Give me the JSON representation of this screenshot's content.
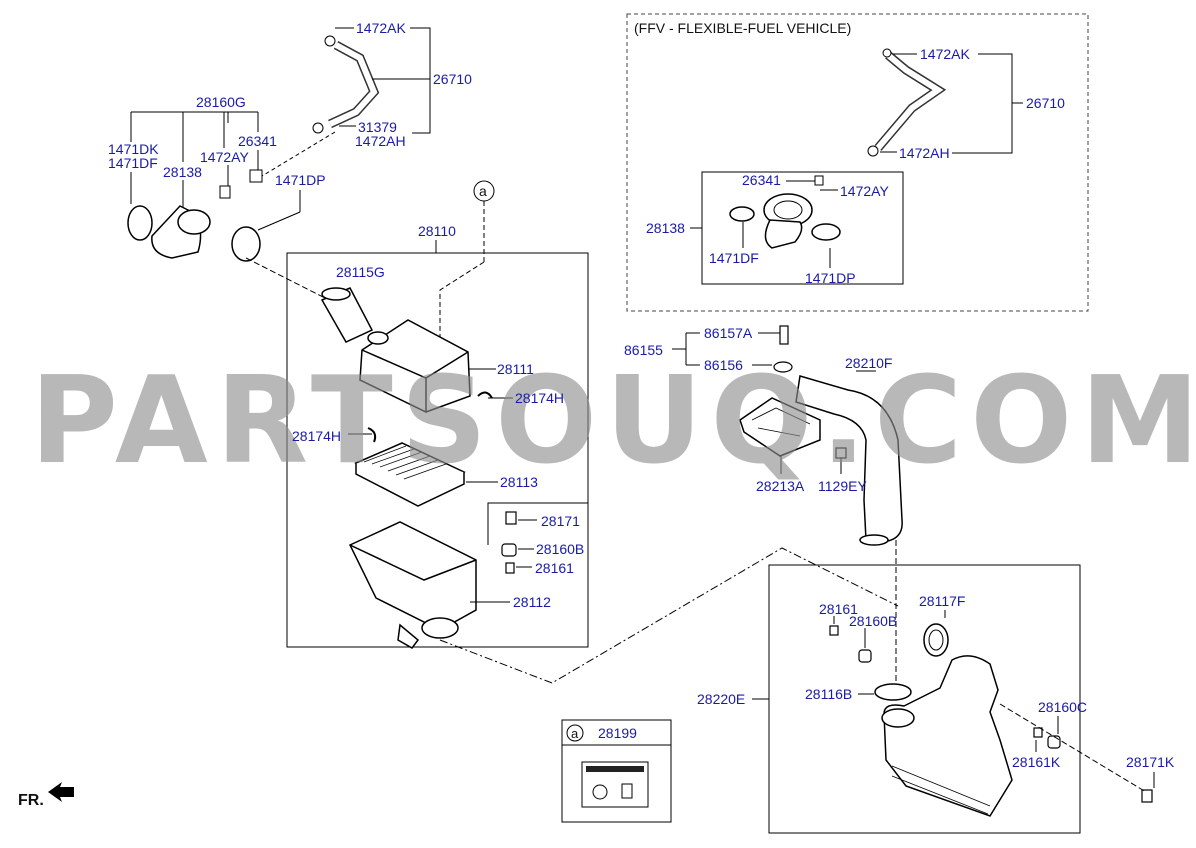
{
  "ffv_title": "(FFV - FLEXIBLE-FUEL VEHICLE)",
  "watermark": "PARTSOUQ.COM",
  "fr_label": "FR.",
  "callout_a": "a",
  "parts": {
    "p1472AK_top": "1472AK",
    "p26710": "26710",
    "p31379": "31379",
    "p1472AH_top": "1472AH",
    "p28160G": "28160G",
    "p1471DK": "1471DK",
    "p1471DF_left": "1471DF",
    "p26341_left": "26341",
    "p28138_left": "28138",
    "p1472AY_left": "1472AY",
    "p1471DP_left": "1471DP",
    "p28110": "28110",
    "p28115G": "28115G",
    "p28111": "28111",
    "p28174H_right": "28174H",
    "p28174H_left": "28174H",
    "p28113": "28113",
    "p28171": "28171",
    "p28160B_mid": "28160B",
    "p28161_mid": "28161",
    "p28112": "28112",
    "p28199": "28199",
    "ffv_1472AK": "1472AK",
    "ffv_26710": "26710",
    "ffv_1472AH": "1472AH",
    "ffv_26341": "26341",
    "ffv_1472AY": "1472AY",
    "ffv_28138": "28138",
    "ffv_1471DF": "1471DF",
    "ffv_1471DP": "1471DP",
    "p86155": "86155",
    "p86157A": "86157A",
    "p86156": "86156",
    "p28210F": "28210F",
    "p28213A": "28213A",
    "p1129EY": "1129EY",
    "p28161_right": "28161",
    "p28117F": "28117F",
    "p28160B_right": "28160B",
    "p28220E": "28220E",
    "p28116B": "28116B",
    "p28160C": "28160C",
    "p28161K": "28161K",
    "p28171K": "28171K"
  },
  "colors": {
    "label": "#1a1aa8",
    "line": "#000000",
    "watermark": "#8e8e8e"
  }
}
